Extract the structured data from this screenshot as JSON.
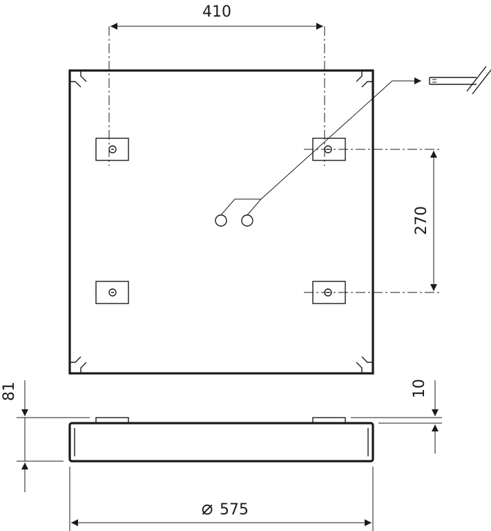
{
  "dimensions": {
    "width_top": "410",
    "height_right": "270",
    "overall_height": "81",
    "plate_thickness": "10",
    "diameter_symbol": "⌀",
    "diameter_value": "575"
  },
  "colors": {
    "ink": "#1a1a1a",
    "background": "#ffffff"
  }
}
